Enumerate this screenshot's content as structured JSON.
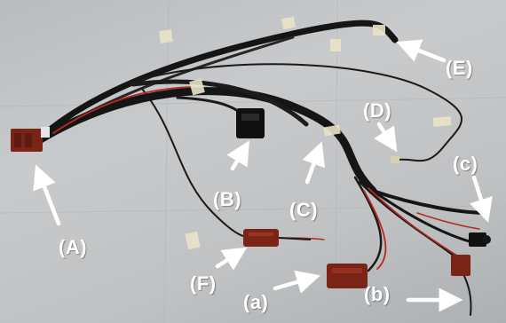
{
  "labels": {
    "A": "(A)",
    "B": "(B)",
    "C": "(C)",
    "D": "(D)",
    "E": "(E)",
    "F": "(F)",
    "a": "(a)",
    "b": "(b)",
    "c": "(c)"
  },
  "colors": {
    "background": "#c2c4c6",
    "arrow_and_label": "#ffffff",
    "harness_wire": "#151515",
    "connector": "#7a2418",
    "red_wire": "#b42a22",
    "tape": "#e9e4c8"
  }
}
